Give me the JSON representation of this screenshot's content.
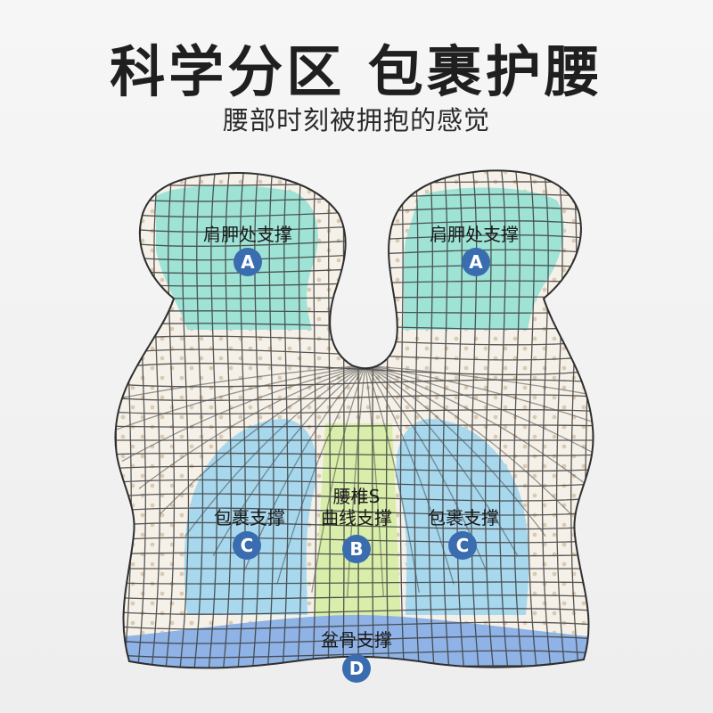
{
  "title": "科学分区 包裹护腰",
  "subtitle": "腰部时刻被拥抱的感觉",
  "colors": {
    "zone_a": "#9fe3d6",
    "zone_b": "#d8eeaa",
    "zone_c": "#a8d8ee",
    "zone_d": "#8fb3e6",
    "badge": "#3a6cb0",
    "cushion": "#f6f1e8",
    "mesh": "#3b3b3b"
  },
  "zones": {
    "a_left": {
      "label": "肩胛处支撑",
      "badge": "A"
    },
    "a_right": {
      "label": "肩胛处支撑",
      "badge": "A"
    },
    "b": {
      "label_line1": "腰椎S",
      "label_line2": "曲线支撑",
      "badge": "B"
    },
    "c_left": {
      "label": "包裹支撑",
      "badge": "C"
    },
    "c_right": {
      "label": "包裹支撑",
      "badge": "C"
    },
    "d": {
      "label": "盆骨支撑",
      "badge": "D"
    }
  }
}
